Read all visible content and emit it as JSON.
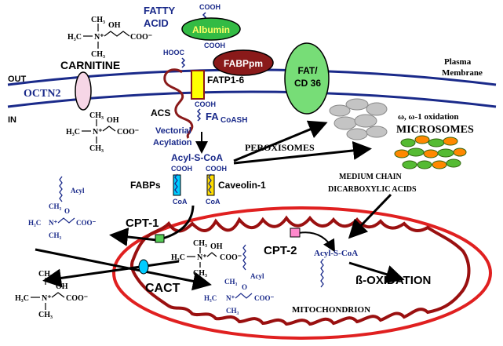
{
  "labels": {
    "fatty_acid_1": "FATTY",
    "fatty_acid_2": "ACID",
    "cooh": "COOH",
    "hooc": "HOOC",
    "albumin": "Albumin",
    "fabppm": "FABPpm",
    "carnitine": "CARNITINE",
    "out": "OUT",
    "in": "IN",
    "octn2": "OCTN2",
    "fatp": "FATP1-6",
    "fat_cd36_1": "FAT/",
    "fat_cd36_2": "CD 36",
    "plasma_1": "Plasma",
    "plasma_2": "Membrane",
    "acs": "ACS",
    "fa": "FA",
    "coash": "CoASH",
    "vectorial_1": "Vectorial",
    "vectorial_2": "Acylation",
    "acyl_s_coa": "Acyl-S-CoA",
    "fabps": "FABPs",
    "caveolin": "Caveolin-1",
    "coa": "CoA",
    "peroxisomes": "PEROXISOMES",
    "omega_ox": "ω, ω-1 oxidation",
    "microsomes": "MICROSOMES",
    "medium_chain_1": "MEDIUM CHAIN",
    "medium_chain_2": "DICARBOXYLIC ACIDS",
    "cpt1": "CPT-1",
    "cpt2": "CPT-2",
    "cact": "CACT",
    "beta_ox": "ß-OXIDATION",
    "mitochondrion": "MITOCHONDRION",
    "acyl": "Acyl",
    "ch3": "CH₃",
    "h3c": "H₃C",
    "n_plus": "N⁺",
    "oh": "OH",
    "coo_minus": "COO⁻",
    "o": "O"
  },
  "colors": {
    "membrane": "#1a2a8a",
    "label_blue": "#1a2a8a",
    "mito_red": "#e02020",
    "mito_dark": "#9a1010",
    "albumin": "#33bb44",
    "fabppm": "#8a1a1a",
    "fat_cd36": "#77dd77",
    "fatp": "#ffff00",
    "octn2": "#f6d6e6",
    "peroxisome": "#c4c4c4",
    "microsome_green": "#55bb33",
    "microsome_orange": "#ff8800",
    "cpt": "#55cc55",
    "cpt2": "#ff88cc",
    "cact": "#00ccff"
  }
}
